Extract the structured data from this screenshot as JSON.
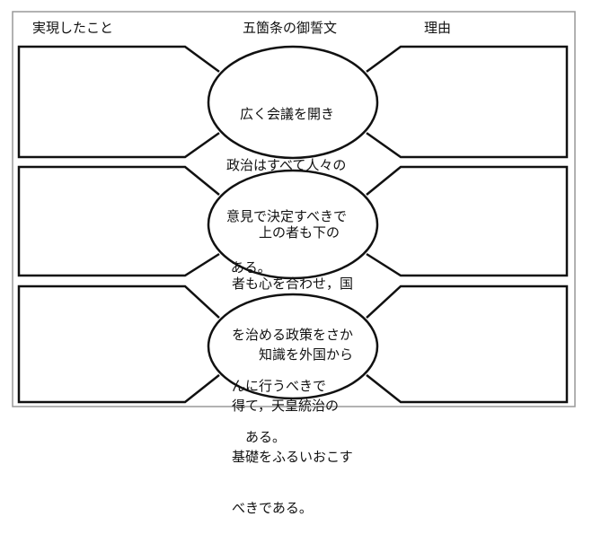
{
  "headers": {
    "left": "実現したこと",
    "center": "五箇条の御誓文",
    "right": "理由"
  },
  "articles": [
    {
      "lines": [
        "　広く会議を開き",
        "政治はすべて人々の",
        "意見で決定すべきで",
        " ある。"
      ]
    },
    {
      "lines": [
        "　　上の者も下の",
        "者も心を合わせ，国",
        "を治める政策をさか",
        "んに行うべきで",
        "　ある。"
      ]
    },
    {
      "lines": [
        "　　知識を外国から",
        "得て，天皇統治の",
        "基礎をふるいおこす",
        "べきである。"
      ]
    }
  ]
}
